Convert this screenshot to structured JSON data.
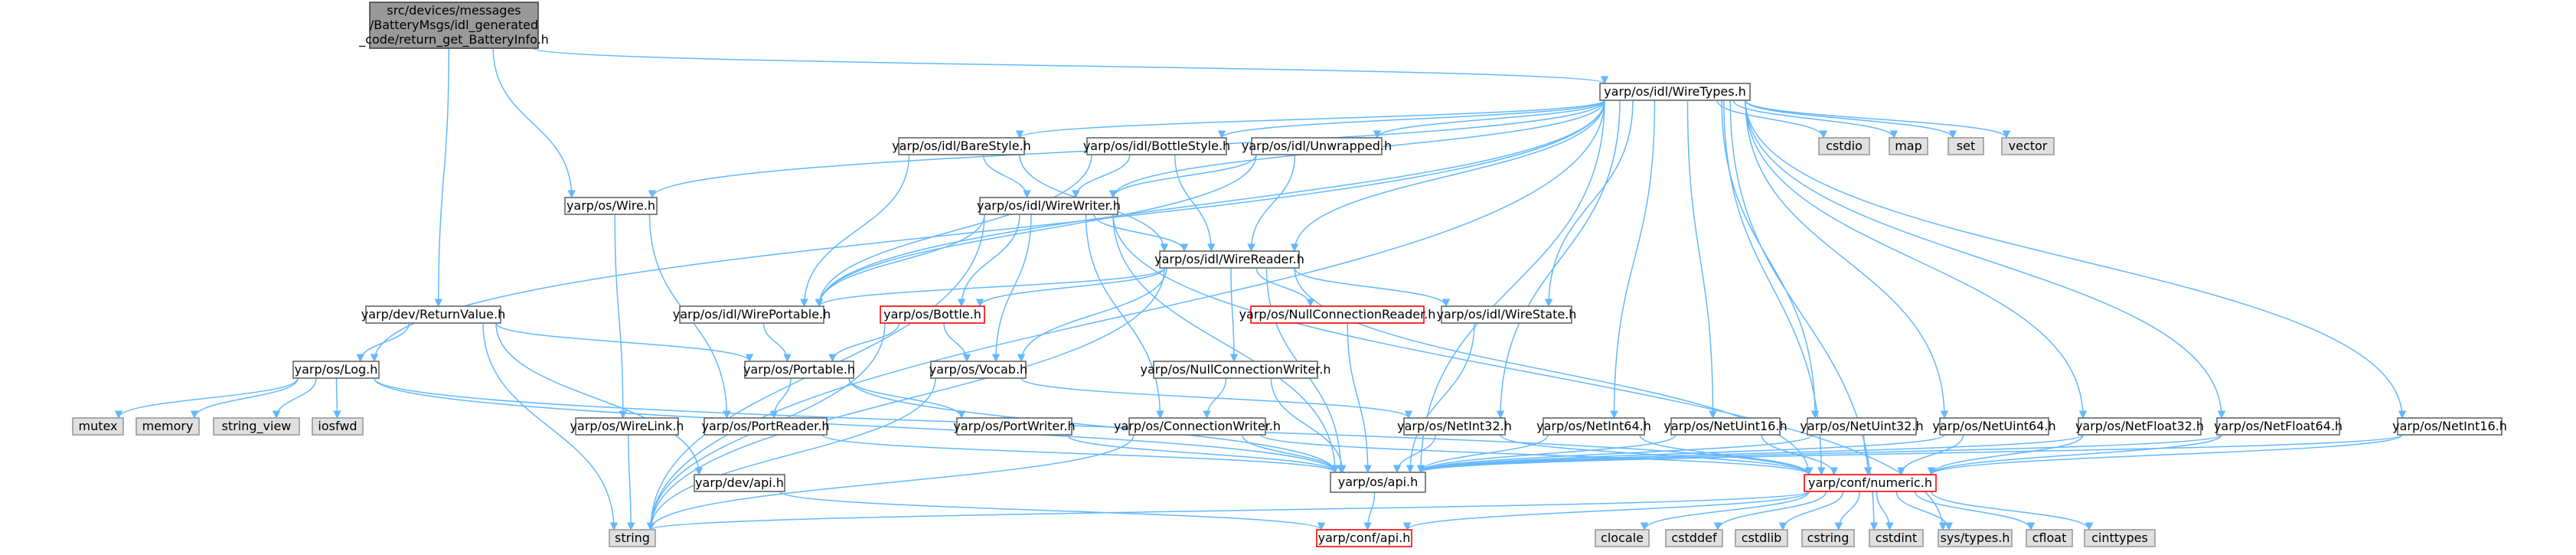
{
  "colors": {
    "node_border": "#666666",
    "node_fill": "#ffffff",
    "external_fill": "#e0e0e0",
    "external_border": "#999999",
    "focus_fill": "#999999",
    "focus_border": "#444444",
    "truncated_border": "#ff0000",
    "edge": "#63b8ff"
  },
  "graph": {
    "nodes": [
      {
        "id": "root",
        "kind": "focus",
        "lines": [
          "src/devices/messages",
          "/BatteryMsgs/idl_generated",
          "_code/return_get_BatteryInfo.h"
        ]
      },
      {
        "id": "wiretypes",
        "kind": "normal",
        "lines": [
          "yarp/os/idl/WireTypes.h"
        ]
      },
      {
        "id": "barestyle",
        "kind": "normal",
        "lines": [
          "yarp/os/idl/BareStyle.h"
        ]
      },
      {
        "id": "bottlestyle",
        "kind": "normal",
        "lines": [
          "yarp/os/idl/BottleStyle.h"
        ]
      },
      {
        "id": "unwrapped",
        "kind": "normal",
        "lines": [
          "yarp/os/idl/Unwrapped.h"
        ]
      },
      {
        "id": "cstdio",
        "kind": "external",
        "lines": [
          "cstdio"
        ]
      },
      {
        "id": "map",
        "kind": "external",
        "lines": [
          "map"
        ]
      },
      {
        "id": "set",
        "kind": "external",
        "lines": [
          "set"
        ]
      },
      {
        "id": "vector",
        "kind": "external",
        "lines": [
          "vector"
        ]
      },
      {
        "id": "wire",
        "kind": "normal",
        "lines": [
          "yarp/os/Wire.h"
        ]
      },
      {
        "id": "wirewriter",
        "kind": "normal",
        "lines": [
          "yarp/os/idl/WireWriter.h"
        ]
      },
      {
        "id": "wirereader",
        "kind": "normal",
        "lines": [
          "yarp/os/idl/WireReader.h"
        ]
      },
      {
        "id": "returnvalue",
        "kind": "normal",
        "lines": [
          "yarp/dev/ReturnValue.h"
        ]
      },
      {
        "id": "wireportable",
        "kind": "normal",
        "lines": [
          "yarp/os/idl/WirePortable.h"
        ]
      },
      {
        "id": "bottle",
        "kind": "truncated",
        "lines": [
          "yarp/os/Bottle.h"
        ]
      },
      {
        "id": "nullconnreader",
        "kind": "truncated",
        "lines": [
          "yarp/os/NullConnectionReader.h"
        ]
      },
      {
        "id": "wirestate",
        "kind": "normal",
        "lines": [
          "yarp/os/idl/WireState.h"
        ]
      },
      {
        "id": "log",
        "kind": "normal",
        "lines": [
          "yarp/os/Log.h"
        ]
      },
      {
        "id": "portable",
        "kind": "normal",
        "lines": [
          "yarp/os/Portable.h"
        ]
      },
      {
        "id": "vocab",
        "kind": "normal",
        "lines": [
          "yarp/os/Vocab.h"
        ]
      },
      {
        "id": "nullconnwriter",
        "kind": "normal",
        "lines": [
          "yarp/os/NullConnectionWriter.h"
        ]
      },
      {
        "id": "mutex",
        "kind": "external",
        "lines": [
          "mutex"
        ]
      },
      {
        "id": "memory",
        "kind": "external",
        "lines": [
          "memory"
        ]
      },
      {
        "id": "string_view",
        "kind": "external",
        "lines": [
          "string_view"
        ]
      },
      {
        "id": "iosfwd",
        "kind": "external",
        "lines": [
          "iosfwd"
        ]
      },
      {
        "id": "wirelink",
        "kind": "normal",
        "lines": [
          "yarp/os/WireLink.h"
        ]
      },
      {
        "id": "portreader",
        "kind": "normal",
        "lines": [
          "yarp/os/PortReader.h"
        ]
      },
      {
        "id": "portwriter",
        "kind": "normal",
        "lines": [
          "yarp/os/PortWriter.h"
        ]
      },
      {
        "id": "connwriter",
        "kind": "normal",
        "lines": [
          "yarp/os/ConnectionWriter.h"
        ]
      },
      {
        "id": "netint32",
        "kind": "normal",
        "lines": [
          "yarp/os/NetInt32.h"
        ]
      },
      {
        "id": "netint64",
        "kind": "normal",
        "lines": [
          "yarp/os/NetInt64.h"
        ]
      },
      {
        "id": "netuint16",
        "kind": "normal",
        "lines": [
          "yarp/os/NetUint16.h"
        ]
      },
      {
        "id": "netuint32",
        "kind": "normal",
        "lines": [
          "yarp/os/NetUint32.h"
        ]
      },
      {
        "id": "netuint64",
        "kind": "normal",
        "lines": [
          "yarp/os/NetUint64.h"
        ]
      },
      {
        "id": "netfloat32",
        "kind": "normal",
        "lines": [
          "yarp/os/NetFloat32.h"
        ]
      },
      {
        "id": "netfloat64",
        "kind": "normal",
        "lines": [
          "yarp/os/NetFloat64.h"
        ]
      },
      {
        "id": "netint16",
        "kind": "normal",
        "lines": [
          "yarp/os/NetInt16.h"
        ]
      },
      {
        "id": "devapi",
        "kind": "normal",
        "lines": [
          "yarp/dev/api.h"
        ]
      },
      {
        "id": "osapi",
        "kind": "normal",
        "lines": [
          "yarp/os/api.h"
        ]
      },
      {
        "id": "numeric",
        "kind": "truncated",
        "lines": [
          "yarp/conf/numeric.h"
        ]
      },
      {
        "id": "string",
        "kind": "external",
        "lines": [
          "string"
        ]
      },
      {
        "id": "confapi",
        "kind": "truncated",
        "lines": [
          "yarp/conf/api.h"
        ]
      },
      {
        "id": "clocale",
        "kind": "external",
        "lines": [
          "clocale"
        ]
      },
      {
        "id": "cstddef",
        "kind": "external",
        "lines": [
          "cstddef"
        ]
      },
      {
        "id": "cstdlib",
        "kind": "external",
        "lines": [
          "cstdlib"
        ]
      },
      {
        "id": "cstring",
        "kind": "external",
        "lines": [
          "cstring"
        ]
      },
      {
        "id": "cstdint",
        "kind": "external",
        "lines": [
          "cstdint"
        ]
      },
      {
        "id": "systypes",
        "kind": "external",
        "lines": [
          "sys/types.h"
        ]
      },
      {
        "id": "cfloat",
        "kind": "external",
        "lines": [
          "cfloat"
        ]
      },
      {
        "id": "cinttypes",
        "kind": "external",
        "lines": [
          "cinttypes"
        ]
      }
    ],
    "edges": [
      [
        "root",
        "wiretypes"
      ],
      [
        "root",
        "wire"
      ],
      [
        "root",
        "returnvalue"
      ],
      [
        "wiretypes",
        "barestyle"
      ],
      [
        "wiretypes",
        "bottlestyle"
      ],
      [
        "wiretypes",
        "unwrapped"
      ],
      [
        "wiretypes",
        "cstdio"
      ],
      [
        "wiretypes",
        "map"
      ],
      [
        "wiretypes",
        "set"
      ],
      [
        "wiretypes",
        "vector"
      ],
      [
        "wiretypes",
        "wire"
      ],
      [
        "wiretypes",
        "wirewriter"
      ],
      [
        "wiretypes",
        "wirereader"
      ],
      [
        "wiretypes",
        "wireportable"
      ],
      [
        "wiretypes",
        "wirestate"
      ],
      [
        "wiretypes",
        "log"
      ],
      [
        "wiretypes",
        "string"
      ],
      [
        "wiretypes",
        "osapi"
      ],
      [
        "wiretypes",
        "numeric"
      ],
      [
        "wiretypes",
        "cstdint"
      ],
      [
        "wiretypes",
        "netint16"
      ],
      [
        "wiretypes",
        "netint32"
      ],
      [
        "wiretypes",
        "netint64"
      ],
      [
        "wiretypes",
        "netuint16"
      ],
      [
        "wiretypes",
        "netuint32"
      ],
      [
        "wiretypes",
        "netuint64"
      ],
      [
        "wiretypes",
        "netfloat32"
      ],
      [
        "wiretypes",
        "netfloat64"
      ],
      [
        "barestyle",
        "wirewriter"
      ],
      [
        "barestyle",
        "wirereader"
      ],
      [
        "barestyle",
        "wireportable"
      ],
      [
        "bottlestyle",
        "wirewriter"
      ],
      [
        "bottlestyle",
        "wirereader"
      ],
      [
        "bottlestyle",
        "wireportable"
      ],
      [
        "unwrapped",
        "wirewriter"
      ],
      [
        "unwrapped",
        "wirereader"
      ],
      [
        "unwrapped",
        "wireportable"
      ],
      [
        "wirewriter",
        "wirereader"
      ],
      [
        "wirewriter",
        "wireportable"
      ],
      [
        "wirewriter",
        "bottle"
      ],
      [
        "wirewriter",
        "vocab"
      ],
      [
        "wirewriter",
        "connwriter"
      ],
      [
        "wirewriter",
        "string"
      ],
      [
        "wirewriter",
        "osapi"
      ],
      [
        "wirewriter",
        "systypes"
      ],
      [
        "wirereader",
        "wireportable"
      ],
      [
        "wirereader",
        "bottle"
      ],
      [
        "wirereader",
        "nullconnreader"
      ],
      [
        "wirereader",
        "wirestate"
      ],
      [
        "wirereader",
        "nullconnwriter"
      ],
      [
        "wirereader",
        "vocab"
      ],
      [
        "wirereader",
        "string"
      ],
      [
        "wirereader",
        "osapi"
      ],
      [
        "wirereader",
        "numeric"
      ],
      [
        "wire",
        "wirelink"
      ],
      [
        "wire",
        "portreader"
      ],
      [
        "returnvalue",
        "log"
      ],
      [
        "returnvalue",
        "portable"
      ],
      [
        "returnvalue",
        "string"
      ],
      [
        "returnvalue",
        "devapi"
      ],
      [
        "wireportable",
        "portable"
      ],
      [
        "bottle",
        "portable"
      ],
      [
        "bottle",
        "vocab"
      ],
      [
        "bottle",
        "string"
      ],
      [
        "nullconnreader",
        "osapi"
      ],
      [
        "wirestate",
        "osapi"
      ],
      [
        "log",
        "mutex"
      ],
      [
        "log",
        "memory"
      ],
      [
        "log",
        "string_view"
      ],
      [
        "log",
        "iosfwd"
      ],
      [
        "log",
        "osapi"
      ],
      [
        "log",
        "numeric"
      ],
      [
        "portable",
        "portreader"
      ],
      [
        "portable",
        "portwriter"
      ],
      [
        "portable",
        "osapi"
      ],
      [
        "vocab",
        "netint32"
      ],
      [
        "vocab",
        "string"
      ],
      [
        "nullconnwriter",
        "connwriter"
      ],
      [
        "nullconnwriter",
        "osapi"
      ],
      [
        "wirelink",
        "string"
      ],
      [
        "portreader",
        "osapi"
      ],
      [
        "portwriter",
        "osapi"
      ],
      [
        "connwriter",
        "osapi"
      ],
      [
        "connwriter",
        "numeric"
      ],
      [
        "connwriter",
        "string"
      ],
      [
        "netint32",
        "osapi"
      ],
      [
        "netint32",
        "numeric"
      ],
      [
        "netint64",
        "osapi"
      ],
      [
        "netint64",
        "numeric"
      ],
      [
        "netuint16",
        "osapi"
      ],
      [
        "netuint16",
        "numeric"
      ],
      [
        "netuint32",
        "osapi"
      ],
      [
        "netuint32",
        "numeric"
      ],
      [
        "netuint64",
        "osapi"
      ],
      [
        "netuint64",
        "numeric"
      ],
      [
        "netfloat32",
        "osapi"
      ],
      [
        "netfloat32",
        "numeric"
      ],
      [
        "netfloat64",
        "osapi"
      ],
      [
        "netfloat64",
        "numeric"
      ],
      [
        "netint16",
        "osapi"
      ],
      [
        "netint16",
        "numeric"
      ],
      [
        "devapi",
        "confapi"
      ],
      [
        "osapi",
        "confapi"
      ],
      [
        "numeric",
        "confapi"
      ],
      [
        "numeric",
        "string"
      ],
      [
        "numeric",
        "clocale"
      ],
      [
        "numeric",
        "cstddef"
      ],
      [
        "numeric",
        "cstdlib"
      ],
      [
        "numeric",
        "cstring"
      ],
      [
        "numeric",
        "cstdint"
      ],
      [
        "numeric",
        "systypes"
      ],
      [
        "numeric",
        "cfloat"
      ],
      [
        "numeric",
        "cinttypes"
      ]
    ]
  }
}
